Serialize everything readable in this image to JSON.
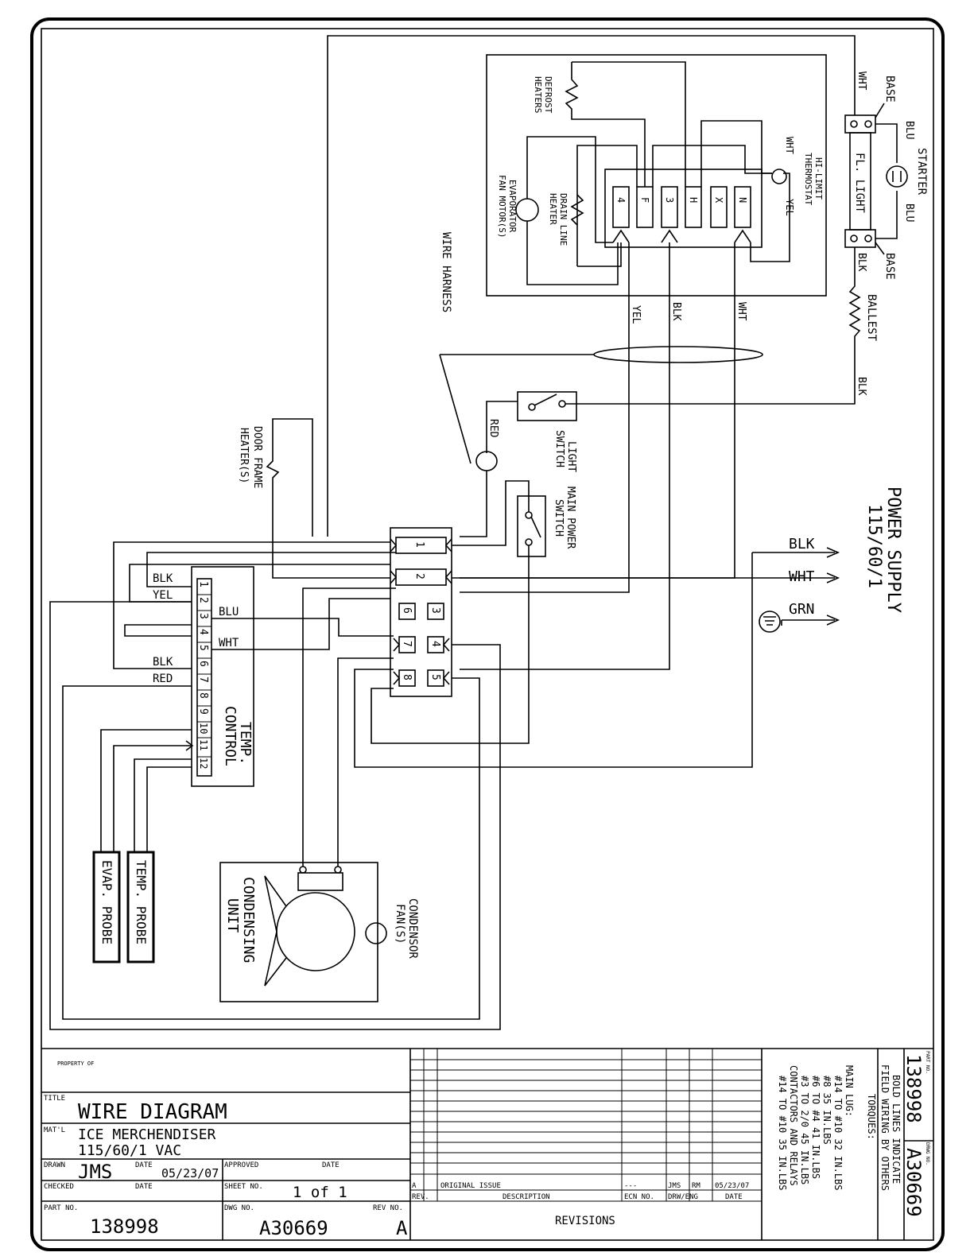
{
  "diagram": {
    "power_supply": "POWER SUPPLY",
    "power_spec": "115/60/1",
    "wire_blk": "BLK",
    "wire_wht": "WHT",
    "wire_grn": "GRN",
    "wire_yel": "YEL",
    "wire_blu": "BLU",
    "wire_red": "RED",
    "main_power_switch_1": "MAIN POWER",
    "main_power_switch_2": "SWITCH",
    "light_switch_1": "LIGHT",
    "light_switch_2": "SWITCH",
    "door_frame_1": "DOOR FRAME",
    "door_frame_2": "HEATER(S)",
    "wire_harness": "WIRE HARNESS",
    "defrost_1": "DEFROST",
    "defrost_2": "HEATERS",
    "drain_1": "DRAIN LINE",
    "drain_2": "HEATER",
    "evap_fan_1": "EVAPORATOR",
    "evap_fan_2": "FAN MOTOR(S)",
    "hi_limit_1": "HI-LIMIT",
    "hi_limit_2": "THERMOSTAT",
    "starter": "STARTER",
    "fl_light": "FL. LIGHT",
    "base": "BASE",
    "ballest": "BALLEST",
    "temp_control_1": "TEMP.",
    "temp_control_2": "CONTROL",
    "temp_probe": "TEMP. PROBE",
    "evap_probe": "EVAP. PROBE",
    "condensing_1": "CONDENSING",
    "condensing_2": "UNIT",
    "condensor_1": "CONDENSOR",
    "condensor_2": "FAN(S)",
    "harness_pins": [
      "4",
      "F",
      "3",
      "H",
      "X",
      "N"
    ],
    "terminal_labels": [
      "1",
      "2",
      "6",
      "3",
      "7",
      "4",
      "8",
      "5"
    ],
    "control_pins": [
      "1",
      "2",
      "3",
      "4",
      "5",
      "6",
      "7",
      "8",
      "9",
      "10",
      "11",
      "12"
    ]
  },
  "title_block": {
    "property_of": "PROPERTY OF",
    "title_label": "TITLE",
    "title": "WIRE DIAGRAM",
    "matl_label": "MAT'L",
    "matl_1": "ICE MERCHENDISER",
    "matl_2": "115/60/1 VAC",
    "drawn_label": "DRAWN",
    "drawn": "JMS",
    "date_label": "DATE",
    "date": "05/23/07",
    "approved_label": "APPROVED",
    "checked_label": "CHECKED",
    "sheet_label": "SHEET NO.",
    "sheet": "1 of 1",
    "part_label": "PART NO.",
    "part": "138998",
    "dwg_label": "DWG NO.",
    "dwg": "A30669",
    "rev_label": "REV NO.",
    "rev": "A"
  },
  "revisions": {
    "heading": "REVISIONS",
    "col_rev": "REV.",
    "col_desc": "DESCRIPTION",
    "col_ecn": "ECN NO.",
    "col_drw": "DRW/ENG",
    "col_date": "DATE",
    "row_rev": "A",
    "row_desc": "ORIGINAL ISSUE",
    "row_ecn": "---",
    "row_drw": "JMS",
    "row_eng": "RM",
    "row_date": "05/23/07"
  },
  "notes": {
    "torques": "TORQUES:",
    "main_lug": "MAIN LUG:",
    "t1": "#14 TO #10 32 IN.LBS",
    "t2": "#8 35 IN.LBS",
    "t3": "#6 TO #4 41 IN.LBS",
    "t4": "#3 TO 2/0 45 IN.LBS",
    "t5": "CONTACTORS AND RELAYS",
    "t6": "#14 TO #10 35 IN.LBS",
    "bold_1": "BOLD LINES INDICATE",
    "bold_2": "FIELD WIRING BY OTHERS",
    "part_no_small": "PART NO.",
    "part_no": "138998",
    "drwg_no_small": "DRWG NO.",
    "drwg_no": "A30669"
  }
}
